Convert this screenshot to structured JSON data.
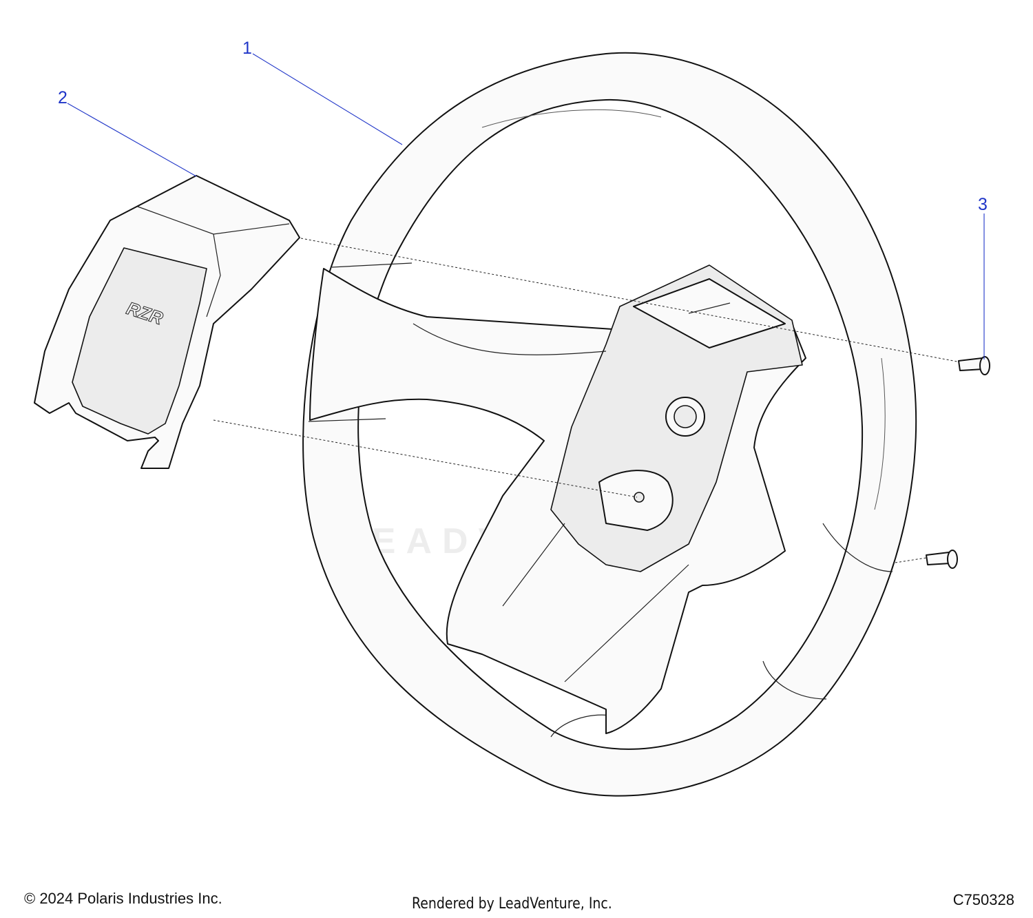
{
  "diagram": {
    "callouts": [
      {
        "label": "1",
        "part": "steering-wheel"
      },
      {
        "label": "2",
        "part": "center-cover"
      },
      {
        "label": "3",
        "part": "screw"
      }
    ],
    "cover_logo_text": "RZR"
  },
  "footer": {
    "copyright": "© 2024 Polaris Industries Inc.",
    "rendered_by": "Rendered by LeadVenture, Inc.",
    "diagram_code": "C750328"
  },
  "watermark": {
    "text": "LEADVENTURE"
  },
  "colors": {
    "callout": "#1f35c8",
    "line": "#111111",
    "background": "#ffffff"
  }
}
